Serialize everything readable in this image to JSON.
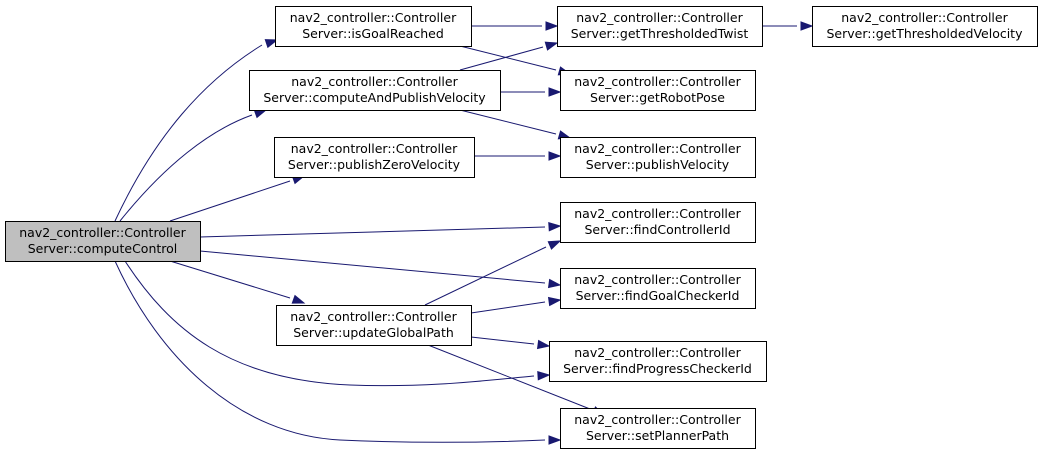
{
  "graph": {
    "type": "call-graph",
    "nodes": [
      {
        "id": "computeControl",
        "line1": "nav2_controller::Controller",
        "line2": "Server::computeControl",
        "highlighted": true
      },
      {
        "id": "isGoalReached",
        "line1": "nav2_controller::Controller",
        "line2": "Server::isGoalReached"
      },
      {
        "id": "computeAndPublishVelocity",
        "line1": "nav2_controller::Controller",
        "line2": "Server::computeAndPublishVelocity"
      },
      {
        "id": "publishZeroVelocity",
        "line1": "nav2_controller::Controller",
        "line2": "Server::publishZeroVelocity"
      },
      {
        "id": "updateGlobalPath",
        "line1": "nav2_controller::Controller",
        "line2": "Server::updateGlobalPath"
      },
      {
        "id": "getThresholdedTwist",
        "line1": "nav2_controller::Controller",
        "line2": "Server::getThresholdedTwist"
      },
      {
        "id": "getRobotPose",
        "line1": "nav2_controller::Controller",
        "line2": "Server::getRobotPose"
      },
      {
        "id": "publishVelocity",
        "line1": "nav2_controller::Controller",
        "line2": "Server::publishVelocity"
      },
      {
        "id": "findControllerId",
        "line1": "nav2_controller::Controller",
        "line2": "Server::findControllerId"
      },
      {
        "id": "findGoalCheckerId",
        "line1": "nav2_controller::Controller",
        "line2": "Server::findGoalCheckerId"
      },
      {
        "id": "findProgressCheckerId",
        "line1": "nav2_controller::Controller",
        "line2": "Server::findProgressCheckerId"
      },
      {
        "id": "setPlannerPath",
        "line1": "nav2_controller::Controller",
        "line2": "Server::setPlannerPath"
      },
      {
        "id": "getThresholdedVelocity",
        "line1": "nav2_controller::Controller",
        "line2": "Server::getThresholdedVelocity"
      }
    ],
    "edges": [
      {
        "from": "computeControl",
        "to": "isGoalReached"
      },
      {
        "from": "computeControl",
        "to": "computeAndPublishVelocity"
      },
      {
        "from": "computeControl",
        "to": "publishZeroVelocity"
      },
      {
        "from": "computeControl",
        "to": "findControllerId"
      },
      {
        "from": "computeControl",
        "to": "findGoalCheckerId"
      },
      {
        "from": "computeControl",
        "to": "updateGlobalPath"
      },
      {
        "from": "computeControl",
        "to": "findProgressCheckerId"
      },
      {
        "from": "computeControl",
        "to": "setPlannerPath"
      },
      {
        "from": "isGoalReached",
        "to": "getThresholdedTwist"
      },
      {
        "from": "isGoalReached",
        "to": "getRobotPose"
      },
      {
        "from": "computeAndPublishVelocity",
        "to": "getThresholdedTwist"
      },
      {
        "from": "computeAndPublishVelocity",
        "to": "getRobotPose"
      },
      {
        "from": "computeAndPublishVelocity",
        "to": "publishVelocity"
      },
      {
        "from": "publishZeroVelocity",
        "to": "publishVelocity"
      },
      {
        "from": "updateGlobalPath",
        "to": "findControllerId"
      },
      {
        "from": "updateGlobalPath",
        "to": "findGoalCheckerId"
      },
      {
        "from": "updateGlobalPath",
        "to": "findProgressCheckerId"
      },
      {
        "from": "updateGlobalPath",
        "to": "setPlannerPath"
      },
      {
        "from": "getThresholdedTwist",
        "to": "getThresholdedVelocity"
      }
    ],
    "colors": {
      "edge": "#191970",
      "node_border": "#000000",
      "root_fill": "#bfbfbf",
      "node_fill": "#ffffff"
    }
  }
}
